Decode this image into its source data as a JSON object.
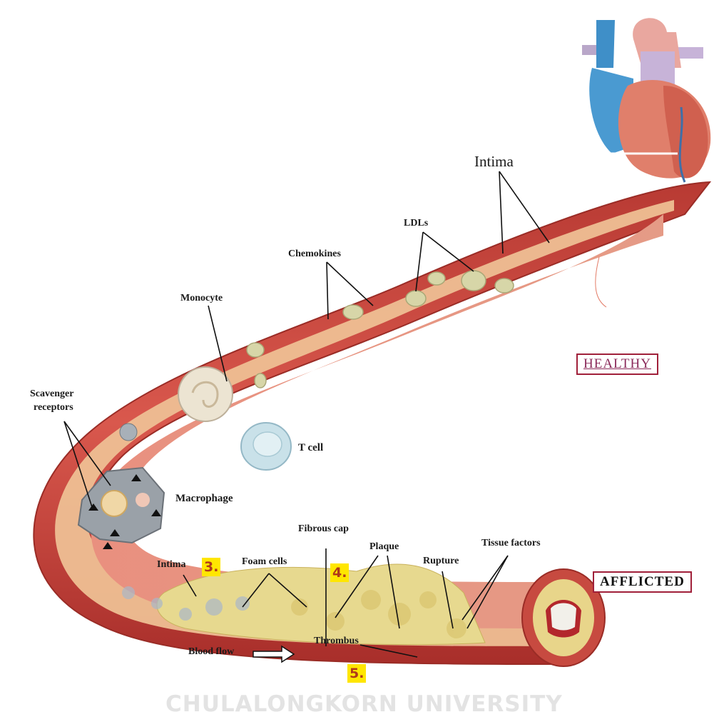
{
  "labels": {
    "intima_top": "Intima",
    "ldls": "LDLs",
    "chemokines": "Chemokines",
    "monocyte": "Monocyte",
    "scavenger_receptors_1": "Scavenger",
    "scavenger_receptors_2": "receptors",
    "t_cell": "T cell",
    "macrophage": "Macrophage",
    "fibrous_cap": "Fibrous cap",
    "plaque": "Plaque",
    "rupture": "Rupture",
    "tissue_factors": "Tissue factors",
    "intima_bottom": "Intima",
    "foam_cells": "Foam cells",
    "thrombus": "Thrombus",
    "blood_flow": "Blood flow"
  },
  "markers": {
    "m3": "3.",
    "m4": "4.",
    "m5": "5."
  },
  "status": {
    "healthy": "HEALTHY",
    "afflicted": "AFFLICTED"
  },
  "watermark": "CHULALONGKORN UNIVERSITY",
  "colors": {
    "artery_outer": "#c9473e",
    "artery_inner": "#e9a28f",
    "intima_wall": "#f0c9a0",
    "plaque": "#e8d98a",
    "status_box_border": "#a0203a",
    "marker_bg": "#ffe600"
  }
}
